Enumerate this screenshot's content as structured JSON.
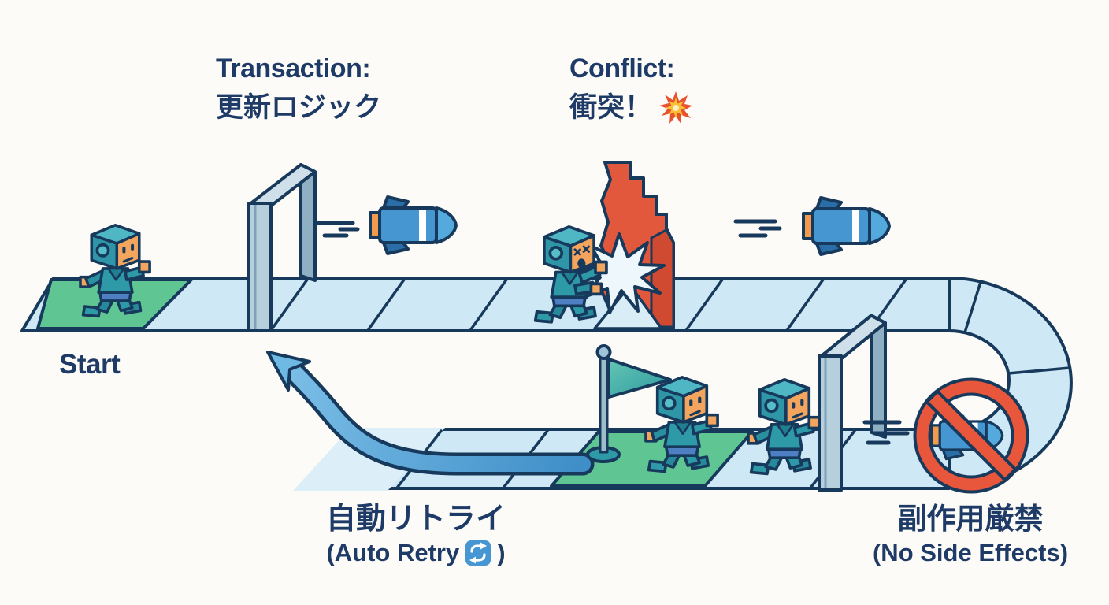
{
  "scene": {
    "background": "#fcfbf7",
    "outline_color": "#17395c",
    "text_color": "#1e3a66"
  },
  "labels": {
    "transaction": {
      "line1": "Transaction:",
      "line2": "更新ロジック"
    },
    "conflict": {
      "line1": "Conflict:",
      "line2": "衝突！"
    },
    "start": {
      "text": "Start"
    },
    "auto_retry": {
      "line1": "自動リトライ",
      "line2_prefix": "(Auto Retry",
      "line2_suffix": ")"
    },
    "no_side_effects": {
      "line1": "副作用厳禁",
      "line2": "(No Side Effects)"
    }
  },
  "icons": {
    "collision-burst-icon": "💥",
    "cycle-arrows-icon": "🔁",
    "no-entry-icon": "🚫"
  },
  "colors": {
    "path_tile": "#cfe8f5",
    "path_tile_faded": "#dceef8",
    "start_tile_green": "#5ec593",
    "robot_teal": "#2e9aa8",
    "robot_face_orange": "#f3a55e",
    "robot_shorts_blue": "#4d7fc2",
    "gate_gray_blue": "#b6cfdd",
    "wall_red": "#e2583c",
    "rocket_blue": "#4596d1",
    "arrow_blue": "#4a9ad2",
    "no_entry_red": "#e8563c",
    "flag_teal": "#3fae9f"
  }
}
